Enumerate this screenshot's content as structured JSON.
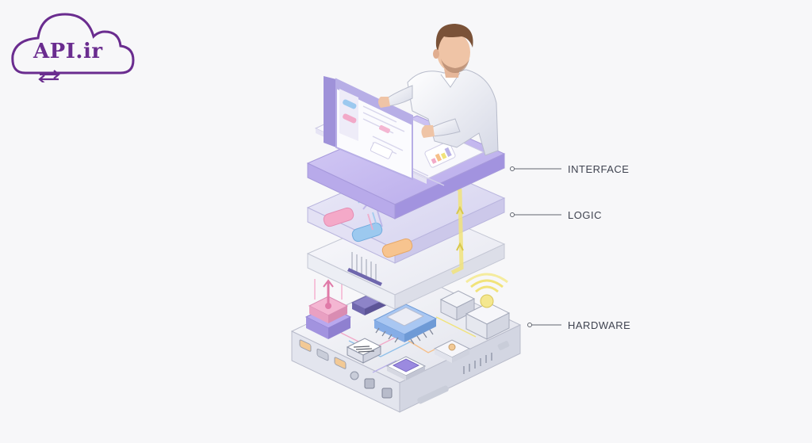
{
  "logo": {
    "text": "API.ir",
    "brand_color": "#6a2c8f",
    "icon": "cloud-sync-icon"
  },
  "layers": [
    {
      "id": "interface",
      "label": "INTERFACE"
    },
    {
      "id": "logic",
      "label": "LOGIC"
    },
    {
      "id": "hardware",
      "label": "HARDWARE"
    }
  ],
  "colors": {
    "interface_plate": "#c9bff0",
    "logic_plate": "#dedbf3",
    "base_plate": "#eceef5",
    "accent_yellow": "#f1e37a",
    "accent_pink": "#f2a9c8",
    "accent_blue": "#8fc0ea",
    "accent_orange": "#f6c08a",
    "chip_purple": "#9b8ae0",
    "connector": "#60646f"
  }
}
